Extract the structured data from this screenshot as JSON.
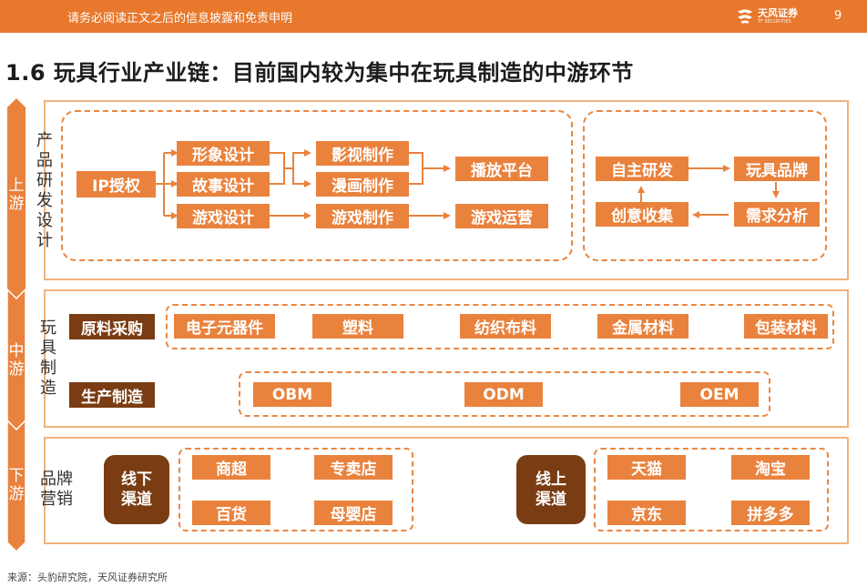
{
  "header": {
    "notice": "请务必阅读正文之后的信息披露和免责申明",
    "logo_name": "天风证券",
    "logo_en": "TF SECURITIES",
    "page_number": "9"
  },
  "title": "1.6 玩具行业产业链：目前国内较为集中在玩具制造的中游环节",
  "stages": {
    "upstream": "上游",
    "midstream": "中游",
    "downstream": "下游"
  },
  "upstream": {
    "section_label": "产品研发设计",
    "ip": "IP授权",
    "design": [
      "形象设计",
      "故事设计",
      "游戏设计"
    ],
    "production": [
      "影视制作",
      "漫画制作",
      "游戏制作"
    ],
    "distribution": [
      "播放平台",
      "游戏运营"
    ],
    "cycle": {
      "self_rd": "自主研发",
      "toy_brand": "玩具品牌",
      "idea_collect": "创意收集",
      "demand_analysis": "需求分析"
    }
  },
  "midstream": {
    "section_label": "玩具制造",
    "raw_title": "原料采购",
    "raw_items": [
      "电子元器件",
      "塑料",
      "纺织布料",
      "金属材料",
      "包装材料"
    ],
    "prod_title": "生产制造",
    "prod_items": [
      "OBM",
      "ODM",
      "OEM"
    ]
  },
  "downstream": {
    "section_label": "品牌营销",
    "offline": {
      "title": "线下渠道",
      "items": [
        "商超",
        "专卖店",
        "百货",
        "母婴店"
      ]
    },
    "online": {
      "title": "线上渠道",
      "items": [
        "天猫",
        "淘宝",
        "京东",
        "拼多多"
      ]
    }
  },
  "source": "来源：头豹研究院，天风证券研究所",
  "colors": {
    "orange": "#e9823d",
    "brown": "#7a3c12",
    "header": "#e8782c",
    "light_border": "#f1b27e"
  }
}
